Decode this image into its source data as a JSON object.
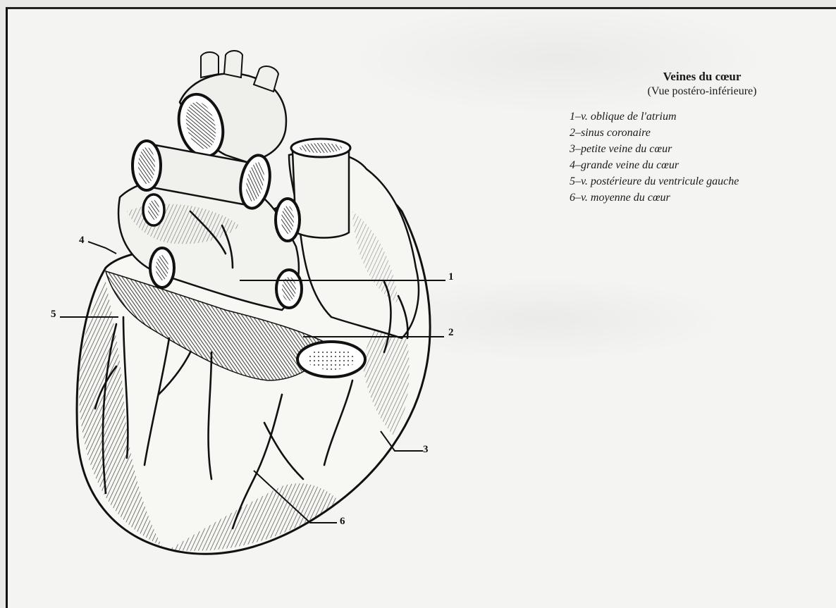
{
  "legend": {
    "title": "Veines du cœur",
    "subtitle": "(Vue postéro-inférieure)",
    "items": [
      "1–v. oblique de l'atrium",
      "2–sinus coronaire",
      "3–petite veine du cœur",
      "4–grande veine du cœur",
      "5–v. postérieure du ventricule gauche",
      "6–v. moyenne du cœur"
    ]
  },
  "callouts": [
    "1",
    "2",
    "3",
    "4",
    "5",
    "6"
  ],
  "colors": {
    "ink": "#111111",
    "paper": "#f4f4f2"
  }
}
